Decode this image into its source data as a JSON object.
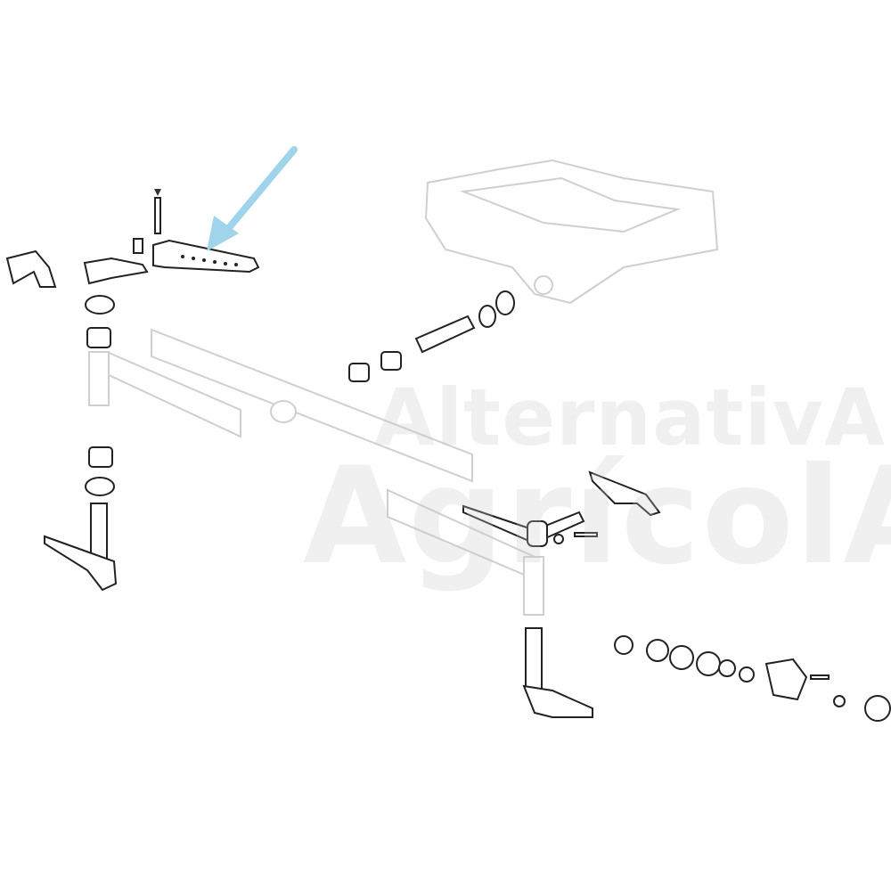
{
  "watermark": {
    "line1": "AlternativA",
    "line2": "AgrícolA"
  },
  "colors": {
    "arrow": "#9fd4ea",
    "line": "#222222",
    "faded": "#cfcfcf"
  },
  "highlight": {
    "target": "steering-arm",
    "indicator": "arrow-icon"
  }
}
